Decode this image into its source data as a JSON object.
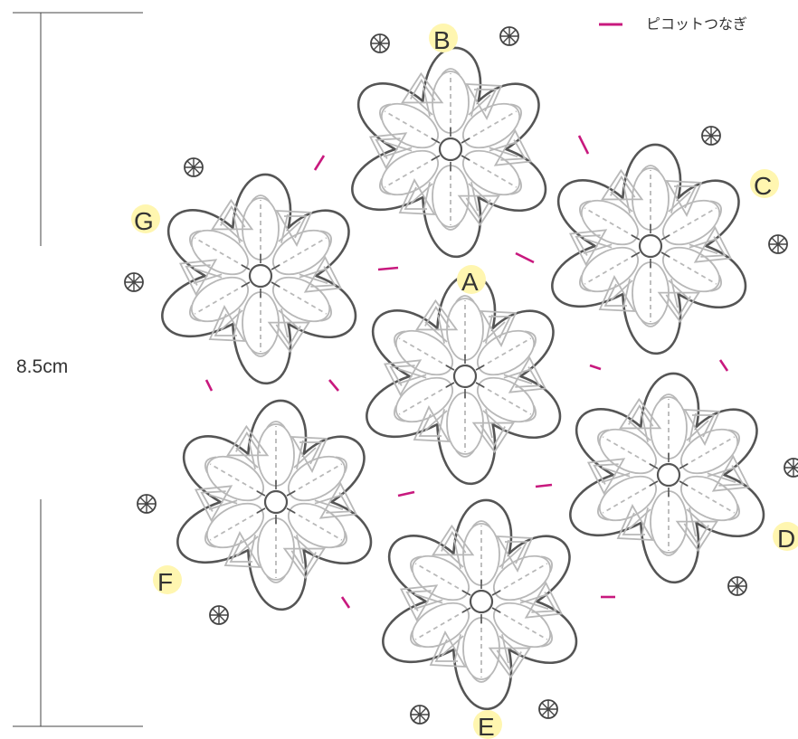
{
  "legend": {
    "label": "ピコットつなぎ",
    "line_color": "#c8197e"
  },
  "dimension": {
    "label": "8.5cm"
  },
  "colors": {
    "outline": "#555555",
    "inner": "#b8b8b8",
    "label_highlight": "#fff6b0",
    "join": "#c8197e"
  },
  "motifs": [
    {
      "id": "A",
      "label": "A"
    },
    {
      "id": "B",
      "label": "B"
    },
    {
      "id": "C",
      "label": "C"
    },
    {
      "id": "D",
      "label": "D"
    },
    {
      "id": "E",
      "label": "E"
    },
    {
      "id": "F",
      "label": "F"
    },
    {
      "id": "G",
      "label": "G"
    }
  ],
  "icons": {
    "start_marker": "circle-cross-icon"
  }
}
